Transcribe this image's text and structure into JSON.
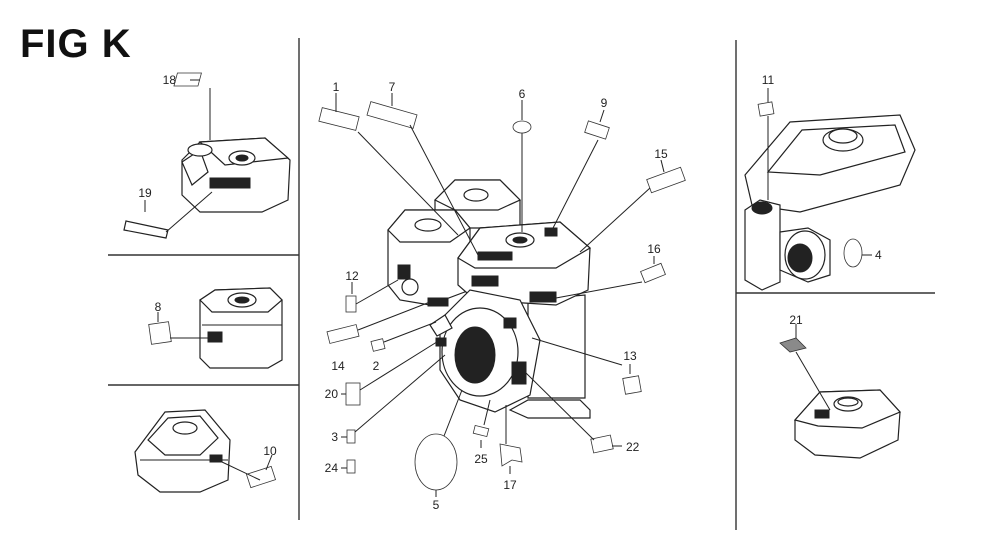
{
  "figure": {
    "title": "FIG K"
  },
  "callouts": {
    "c1": "1",
    "c2": "2",
    "c3": "3",
    "c4": "4",
    "c5": "5",
    "c6": "6",
    "c7": "7",
    "c8": "8",
    "c9": "9",
    "c10": "10",
    "c11": "11",
    "c12": "12",
    "c13": "13",
    "c14": "14",
    "c15": "15",
    "c16": "16",
    "c17": "17",
    "c18": "18",
    "c19": "19",
    "c20": "20",
    "c21": "21",
    "c22": "22",
    "c24": "24",
    "c25": "25"
  }
}
